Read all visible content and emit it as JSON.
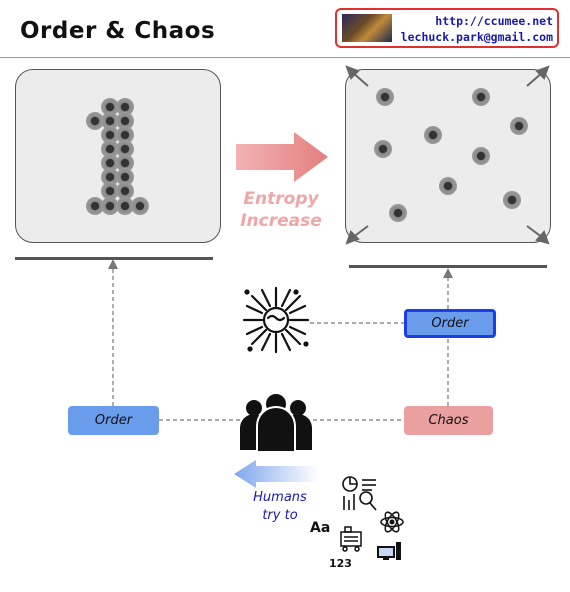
{
  "header": {
    "title": "Order & Chaos",
    "contact": {
      "url": "http://ccumee.net",
      "email": "lechuck.park@gmail.com"
    }
  },
  "diagram": {
    "entropy_label_line1": "Entropy",
    "entropy_label_line2": "Increase",
    "order_left_label": "Order",
    "chaos_label": "Chaos",
    "order_mid_label": "Order",
    "humans_label_line1": "Humans",
    "humans_label_line2": "try to",
    "data_icon_text": "Aa",
    "number_icon_text": "123",
    "colors": {
      "order_box": "#6a9cec",
      "chaos_box": "#eba0a0",
      "highlight_border": "#1c3ee6",
      "entropy_arrow": "#e88a8a",
      "humans_text": "#1a1ab0",
      "contact_border": "#e0302e"
    },
    "icons": [
      "thumbnail-image",
      "explosion-icon",
      "people-icon",
      "chart-icon",
      "atom-icon",
      "computer-icon",
      "robot-icon"
    ]
  }
}
